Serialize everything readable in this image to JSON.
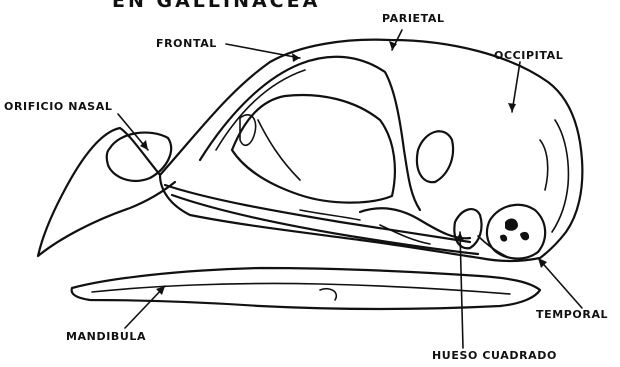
{
  "title": "EN GALLINACEA",
  "labels": {
    "frontal": "FRONTAL",
    "parietal": "PARIETAL",
    "occipital": "OCCIPITAL",
    "orificio_nasal": "ORIFICIO NASAL",
    "mandibula": "MANDIBULA",
    "temporal": "TEMPORAL",
    "hueso_cuadrado": "HUESO CUADRADO"
  },
  "colors": {
    "ink": "#111111",
    "background": "#ffffff"
  }
}
